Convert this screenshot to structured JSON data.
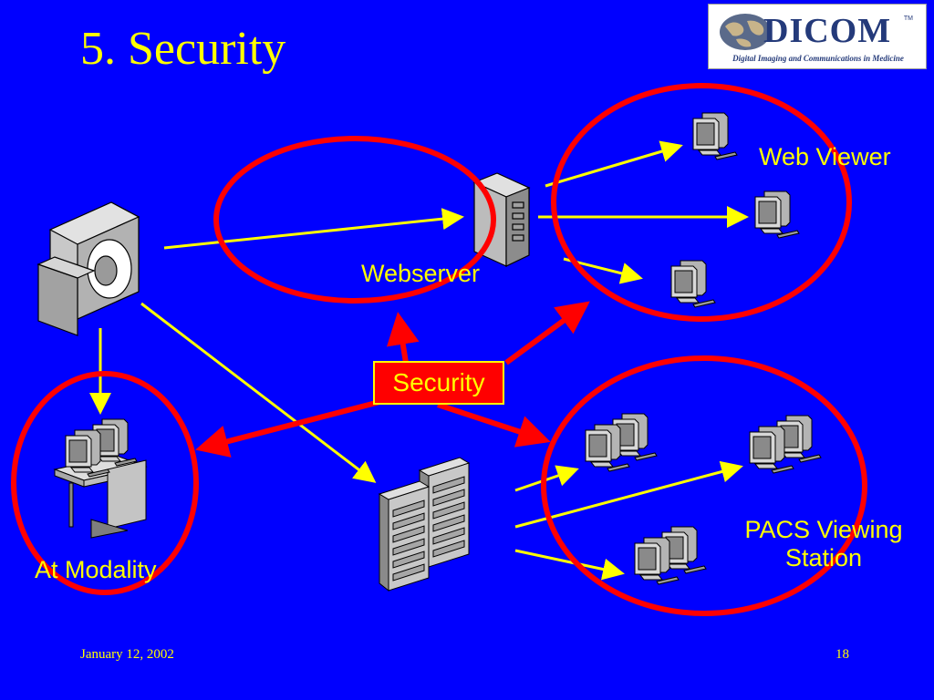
{
  "slide": {
    "title": "5. Security",
    "date": "January 12, 2002",
    "page_number": "18"
  },
  "logo": {
    "wordmark": "DICOM",
    "trademark": "TM",
    "tagline": "Digital Imaging and Communications in Medicine"
  },
  "labels": {
    "webserver": "Webserver",
    "web_viewer": "Web Viewer",
    "pacs_line1": "PACS Viewing",
    "pacs_line2": "Station",
    "at_modality": "At Modality",
    "security": "Security"
  },
  "icons": {
    "modality": "mri-scanner-icon",
    "modality_workstation": "workstation-desk-icon",
    "webserver": "tower-server-icon",
    "archive": "server-rack-icon",
    "web_viewer": "monitor-icon",
    "pacs": "dual-monitor-icon"
  },
  "colors": {
    "background": "#0000ff",
    "text": "#ffff00",
    "flow_arrow": "#ffff00",
    "security_arrow": "#ff0000",
    "security_circle": "#ff0000",
    "security_box": "#ff0000"
  }
}
